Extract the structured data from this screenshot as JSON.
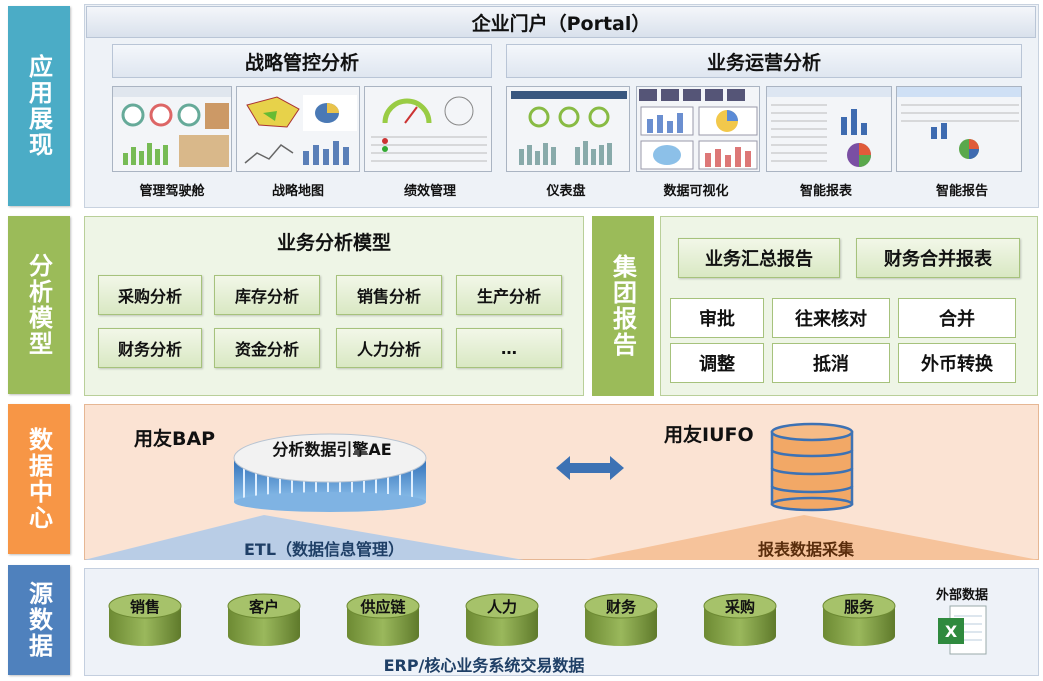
{
  "side_labels": {
    "app": "应用展现",
    "model": "分析模型",
    "dc": "数据中心",
    "src": "源数据"
  },
  "colors": {
    "app_side": "#4BACC6",
    "model_side": "#9BBB59",
    "dc_side": "#F79646",
    "src_side": "#4F81BD",
    "cylinder_green": "#7f9b45",
    "db_orange": "#f2a866"
  },
  "app": {
    "portal_title": "企业门户（Portal）",
    "strategy_title": "战略管控分析",
    "ops_title": "业务运营分析",
    "thumbs": [
      {
        "label": "管理驾驶舱"
      },
      {
        "label": "战略地图"
      },
      {
        "label": "绩效管理"
      },
      {
        "label": "仪表盘"
      },
      {
        "label": "数据可视化"
      },
      {
        "label": "智能报表"
      },
      {
        "label": "智能报告"
      }
    ]
  },
  "model": {
    "title": "业务分析模型",
    "items": [
      "采购分析",
      "库存分析",
      "销售分析",
      "生产分析",
      "财务分析",
      "资金分析",
      "人力分析",
      "…"
    ],
    "group_label": "集团报告",
    "top_items": [
      "业务汇总报告",
      "财务合并报表"
    ],
    "grid_items": [
      "审批",
      "往来核对",
      "合并",
      "调整",
      "抵消",
      "外币转换"
    ]
  },
  "dc": {
    "bap_label": "用友BAP",
    "engine_label": "分析数据引擎AE",
    "iufo_label": "用友IUFO",
    "etl_label": "ETL（数据信息管理）",
    "collect_label": "报表数据采集"
  },
  "src": {
    "items": [
      "销售",
      "客户",
      "供应链",
      "人力",
      "财务",
      "采购",
      "服务"
    ],
    "external_label": "外部数据",
    "bottom_label": "ERP/核心业务系统交易数据"
  }
}
